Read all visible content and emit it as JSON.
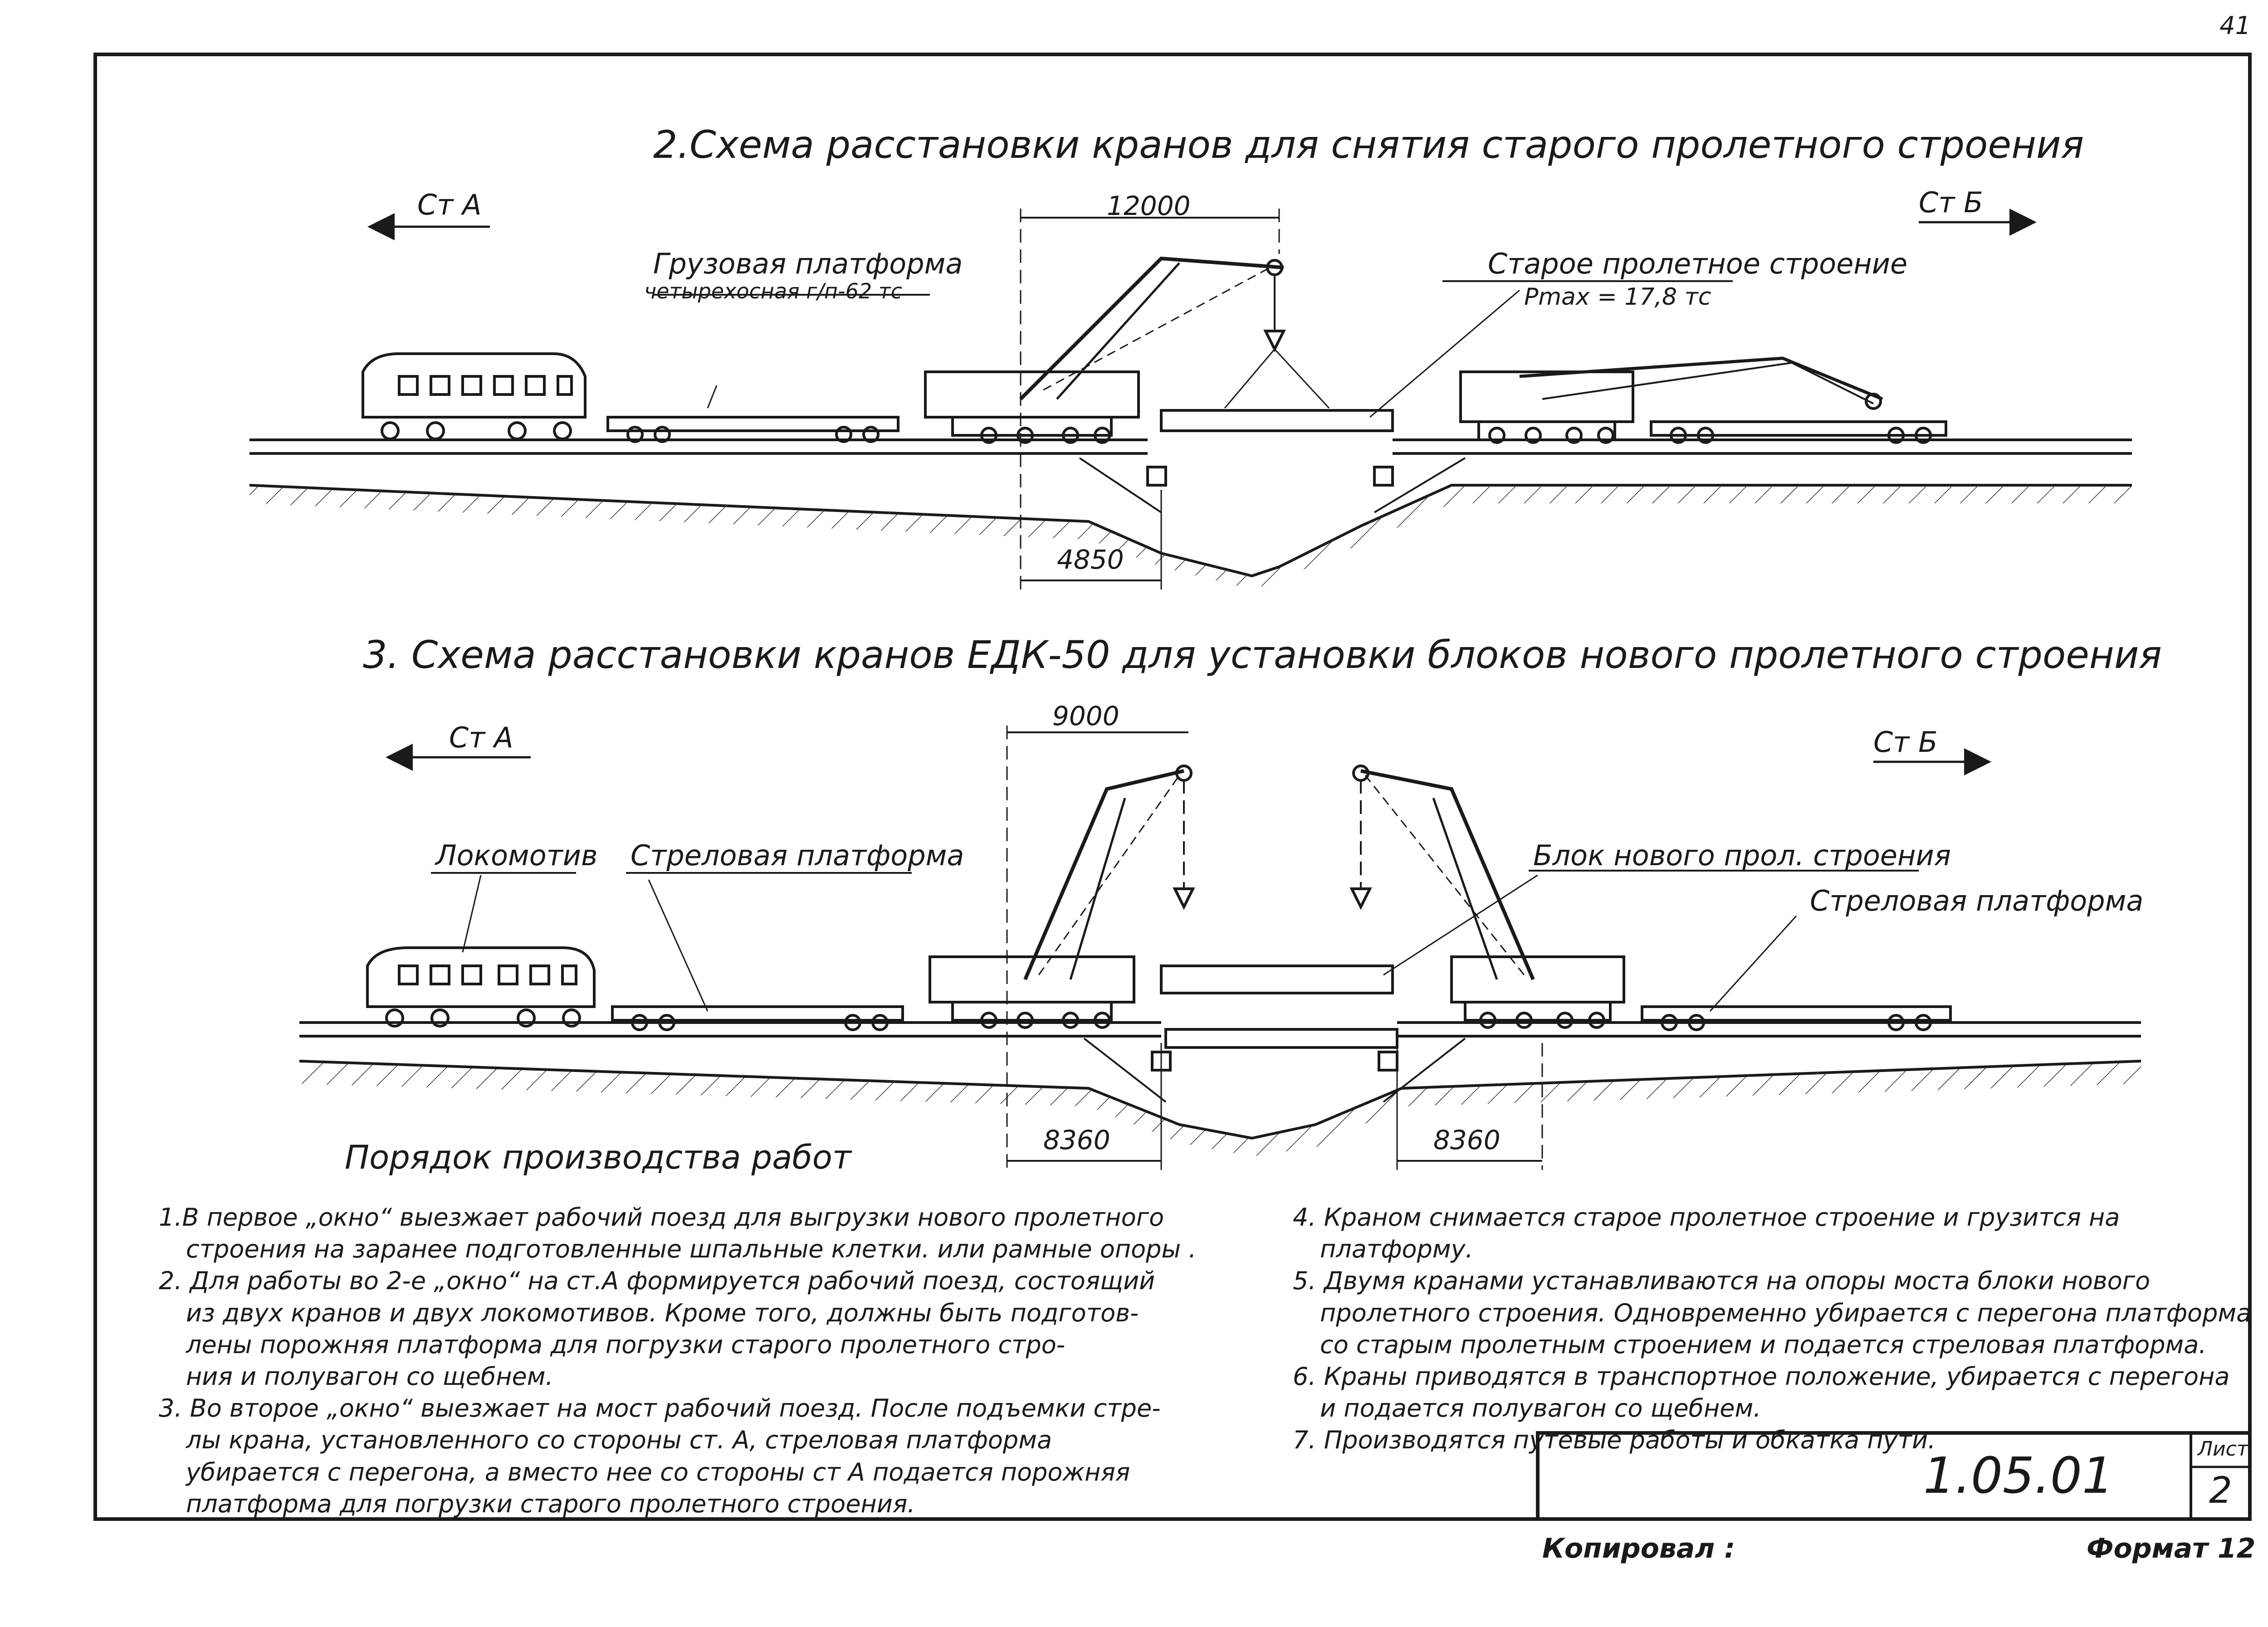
{
  "page_number": "41",
  "scheme2": {
    "title": "2.Схема расстановки кранов для снятия старого пролетного строения",
    "st_a": "Ст А",
    "st_b": "Ст Б",
    "dim_top": "12000",
    "dim_bottom": "4850",
    "cargo_platform": "Грузовая платформа",
    "cargo_platform_sub": "четырехосная г/п-62 тс",
    "old_span": "Старое пролетное строение",
    "pmax": "Pmax = 17,8 тс"
  },
  "scheme3": {
    "title": "3. Схема расстановки кранов ЕДК-50 для установки блоков нового пролетного строения",
    "st_a": "Ст А",
    "st_b": "Ст Б",
    "dim_top": "9000",
    "dim_left": "8360",
    "dim_right": "8360",
    "locomotive": "Локомотив",
    "boom_platform_left": "Стреловая платформа",
    "new_block": "Блок нового прол. строения",
    "boom_platform_right": "Стреловая платформа"
  },
  "works_title": "Порядок производства работ",
  "notes_left": [
    "1.В первое „окно“ выезжает рабочий поезд для выгрузки нового пролетного",
    "строения на заранее подготовленные шпальные клетки. или рамные опоры .",
    "2. Для работы во 2-е „окно“ на ст.А формируется рабочий поезд, состоящий",
    "из двух кранов и двух локомотивов. Кроме того, должны быть подготов-",
    "лены порожняя платформа для погрузки старого пролетного стро-",
    "ния и полувагон со щебнем.",
    "3. Во второе „окно“ выезжает на мост рабочий поезд. После подъемки стре-",
    "лы крана, установленного со стороны ст. А, стреловая платформа",
    "убирается с перегона, а вместо нее со стороны ст А подается порожняя",
    "платформа для погрузки старого пролетного строения."
  ],
  "notes_right": [
    "4. Краном снимается старое пролетное строение и грузится на",
    "платформу.",
    "5. Двумя кранами устанавливаются на опоры моста блоки нового",
    "пролетного строения. Одновременно убирается с перегона платформа",
    "со старым пролетным строением и подается стреловая платформа.",
    "6. Краны приводятся в транспортное положение, убирается с перегона",
    "и подается полувагон со щебнем.",
    "7. Производятся путевые работы и обкатка пути."
  ],
  "title_block": {
    "code": "1.05.01",
    "sheet_label": "Лист",
    "sheet_number": "2"
  },
  "footer": {
    "copied": "Копировал :",
    "format": "Формат 12"
  }
}
